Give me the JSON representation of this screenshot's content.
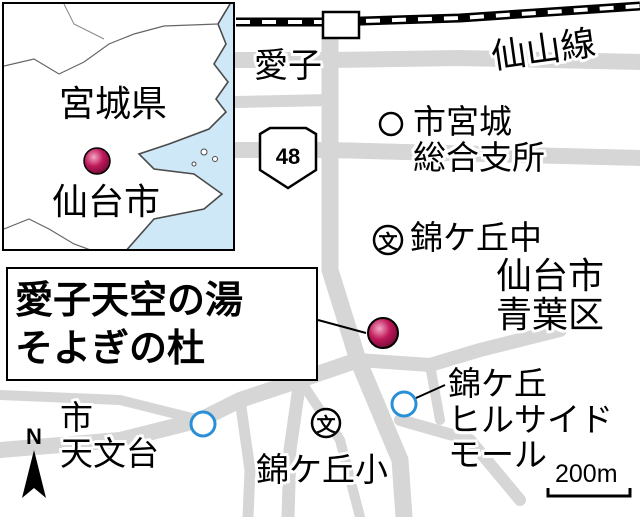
{
  "inset": {
    "prefecture_label": "宮城県",
    "city_label": "仙台市"
  },
  "map": {
    "railway_label": "仙山線",
    "district_label": "愛子",
    "route_number": "48",
    "branch_office_label": "市宮城\n総合支所",
    "school_chu_label": "錦ケ丘中",
    "school_sho_label": "錦ケ丘小",
    "ward_label": "仙台市\n青葉区",
    "observatory_label": "市\n天文台",
    "mall_label": "錦ケ丘\nヒルサイド\nモール",
    "school_symbol": "文",
    "colors": {
      "water": "#cfe8f7",
      "road": "#d8d8d8",
      "marker": "#c0195a",
      "facility_circle": "#2a8fd6"
    }
  },
  "callout": {
    "line1": "愛子天空の湯",
    "line2": "そよぎの杜"
  },
  "north_arrow": {
    "label": "N"
  },
  "scale": {
    "label": "200m"
  }
}
